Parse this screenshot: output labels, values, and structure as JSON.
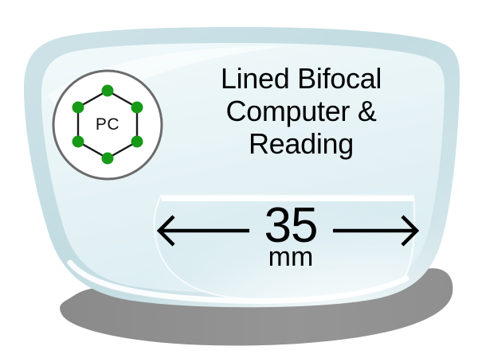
{
  "diagram": {
    "type": "eyeglass-lens-illustration",
    "background_color": "#ffffff",
    "lens": {
      "body_color": "#e9f4f6",
      "rim_color": "#c6dde2",
      "highlight_color": "#ffffff",
      "shadow_color": "#8c8c8c"
    },
    "badge": {
      "label": "PC",
      "shape": "hexagon-in-circle",
      "circle_fill": "#ffffff",
      "circle_stroke": "#6b6b6b",
      "hexagon_stroke": "#1a1a1a",
      "vertex_dot_color": "#179a17",
      "vertex_count": 6
    },
    "title": {
      "lines": [
        "Lined Bifocal",
        "Computer &",
        "Reading"
      ],
      "color": "#000000"
    },
    "segment": {
      "name": "bifocal-segment",
      "fill_color": "#dcedf1",
      "top_edge_color": "#ffffff"
    },
    "dimension": {
      "value": "35",
      "unit": "mm",
      "arrow_color": "#000000",
      "direction": "double-ended-horizontal"
    }
  }
}
